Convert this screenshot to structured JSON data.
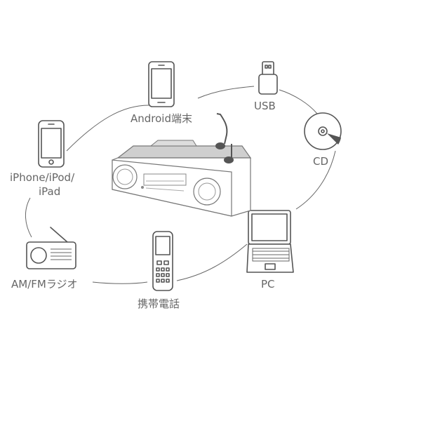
{
  "devices": {
    "android": {
      "label": "Android端末"
    },
    "usb": {
      "label": "USB"
    },
    "cd": {
      "label": "CD"
    },
    "iphone": {
      "label_line1": "iPhone/iPod/",
      "label_line2": "iPad"
    },
    "radio": {
      "label": "AM/FMラジオ"
    },
    "mobile": {
      "label": "携帯電話"
    },
    "pc": {
      "label": "PC"
    }
  },
  "colors": {
    "line": "#555555",
    "text": "#666666",
    "speaker_top": "#cfcfcf"
  }
}
